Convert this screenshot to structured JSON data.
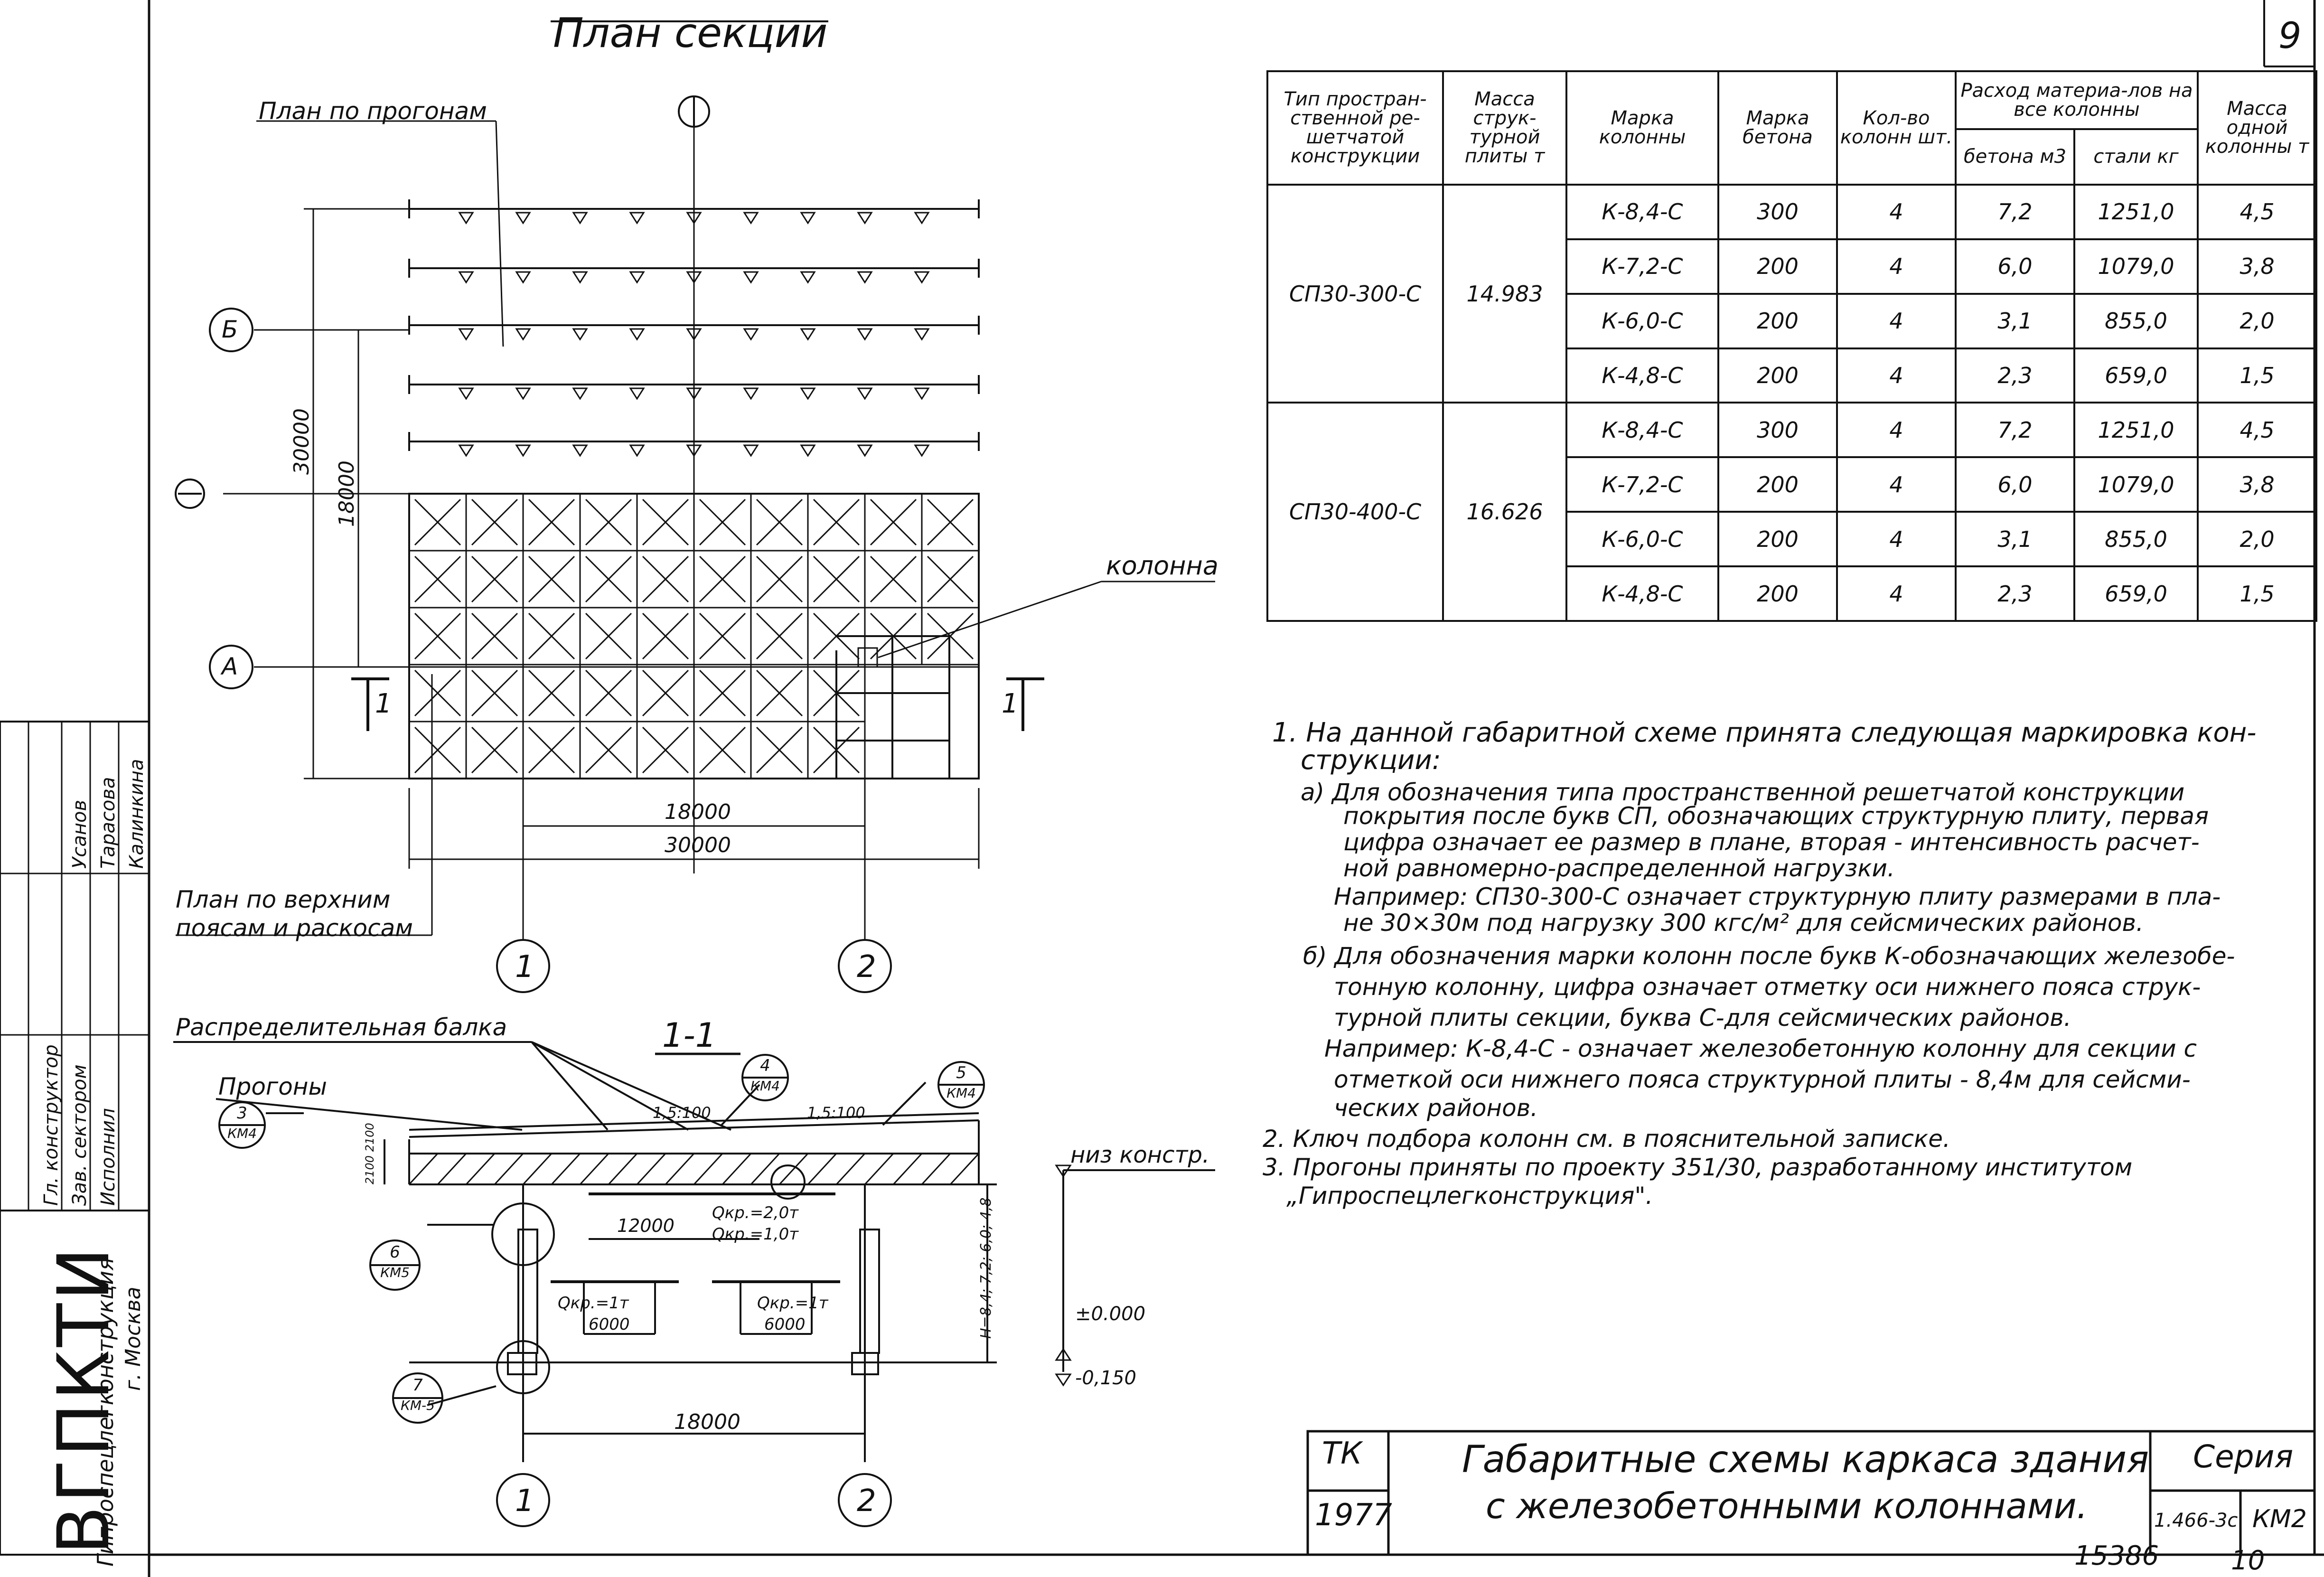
{
  "sheet": {
    "number": "9",
    "archive_number": "15386",
    "page_footer": "10"
  },
  "plan": {
    "title": "План секции",
    "label_purlins": "План по прогонам",
    "label_top_chords": "План по верхним поясам и раскосам",
    "label_column": "колонна",
    "axis_A": "А",
    "axis_B": "Б",
    "axis_1": "1",
    "axis_2": "2",
    "dim_30000_v": "30000",
    "dim_18000_v": "18000",
    "dim_18000_h": "18000",
    "dim_30000_h": "30000",
    "section_mark": "1"
  },
  "section": {
    "title": "1-1",
    "label_beam": "Распределительная балка",
    "label_purlins": "Прогоны",
    "label_bottom": "низ констр.",
    "slope_1": "1,5:100",
    "slope_2": "1,5:100",
    "dim_12000": "12000",
    "q1": "Qкр.=2,0т",
    "q2": "Qкр.=1,0т",
    "crane_1_load": "Qкр.=1т",
    "crane_1_span": "6000",
    "crane_2_load": "Qкр.=1т",
    "crane_2_span": "6000",
    "dim_18000": "18000",
    "height_label": "H=8,4; 7,2; 6,0; 4,8",
    "depth_label": "2100 2100",
    "elev_0": "±0.000",
    "elev_neg": "-0,150",
    "axis_1": "1",
    "axis_2": "2",
    "callouts": [
      {
        "num": "3",
        "sheet": "КМ4"
      },
      {
        "num": "4",
        "sheet": "КМ4"
      },
      {
        "num": "5",
        "sheet": "КМ4"
      },
      {
        "num": "6",
        "sheet": "КМ5"
      },
      {
        "num": "7",
        "sheet": "КМ-5"
      }
    ]
  },
  "table": {
    "headers": {
      "type": "Тип простран-ственной ре-шетчатой конструкции",
      "mass": "Масса струк-турной плиты т",
      "mark": "Марка колонны",
      "concrete": "Марка бетона",
      "qty": "Кол-во колонн шт.",
      "consumption": "Расход материа-лов на все колонны",
      "concrete_m3": "бетона м3",
      "steel": "стали кг",
      "unit_mass": "Масса одной колонны т"
    },
    "groups": [
      {
        "type": "СП30-300-С",
        "mass": "14.983",
        "rows": [
          {
            "mark": "К-8,4-С",
            "concrete": "300",
            "qty": "4",
            "volume": "7,2",
            "steel": "1251,0",
            "unit": "4,5"
          },
          {
            "mark": "К-7,2-С",
            "concrete": "200",
            "qty": "4",
            "volume": "6,0",
            "steel": "1079,0",
            "unit": "3,8"
          },
          {
            "mark": "К-6,0-С",
            "concrete": "200",
            "qty": "4",
            "volume": "3,1",
            "steel": "855,0",
            "unit": "2,0"
          },
          {
            "mark": "К-4,8-С",
            "concrete": "200",
            "qty": "4",
            "volume": "2,3",
            "steel": "659,0",
            "unit": "1,5"
          }
        ]
      },
      {
        "type": "СП30-400-С",
        "mass": "16.626",
        "rows": [
          {
            "mark": "К-8,4-С",
            "concrete": "300",
            "qty": "4",
            "volume": "7,2",
            "steel": "1251,0",
            "unit": "4,5"
          },
          {
            "mark": "К-7,2-С",
            "concrete": "200",
            "qty": "4",
            "volume": "6,0",
            "steel": "1079,0",
            "unit": "3,8"
          },
          {
            "mark": "К-6,0-С",
            "concrete": "200",
            "qty": "4",
            "volume": "3,1",
            "steel": "855,0",
            "unit": "2,0"
          },
          {
            "mark": "К-4,8-С",
            "concrete": "200",
            "qty": "4",
            "volume": "2,3",
            "steel": "659,0",
            "unit": "1,5"
          }
        ]
      }
    ]
  },
  "notes": {
    "n1a": "1. На данной габаритной схеме принята следующая маркировка кон-",
    "n1b": "струкции:",
    "a1": "а) Для обозначения типа пространственной решетчатой конструкции",
    "a2": "покрытия после букв СП, обозначающих структурную плиту, первая",
    "a3": "цифра означает ее размер в плане, вторая - интенсивность расчет-",
    "a4": "ной равномерно-распределенной нагрузки.",
    "a5": "Например: СП30-300-С означает структурную плиту размерами в пла-",
    "a6": "не 30×30м под нагрузку 300 кгс/м² для сейсмических районов.",
    "b1": "б) Для обозначения марки колонн после букв К-обозначающих железобе-",
    "b2": "тонную колонну, цифра означает отметку оси нижнего пояса струк-",
    "b3": "турной плиты секции, буква С-для сейсмических районов.",
    "b4": "Например: К-8,4-С - означает железобетонную колонну для секции с",
    "b5": "отметкой оси нижнего пояса структурной плиты - 8,4м для сейсми-",
    "b6": "ческих районов.",
    "n2": "2. Ключ подбора колонн см. в пояснительной записке.",
    "n3a": "3. Прогоны приняты по проекту 351/30, разработанному институтом",
    "n3b": "„Гипроспецлегконструкция\"."
  },
  "title_block": {
    "tk": "ТК",
    "year": "1977",
    "title_1": "Габаритные схемы каркаса здания",
    "title_2": "с железобетонными колоннами.",
    "series_label": "Серия",
    "series_value": "1.466-3с",
    "sheet_code": "КМ2"
  },
  "stamp": {
    "org": "ВГПКТИ",
    "org_full": "Гипроспецлегконструкция",
    "city": "г. Москва",
    "roles": [
      "Гл. конструктор",
      "Зав. сектором",
      "Исполнил"
    ],
    "names": [
      "Усанов",
      "Тарасова",
      "Калинкина"
    ]
  }
}
